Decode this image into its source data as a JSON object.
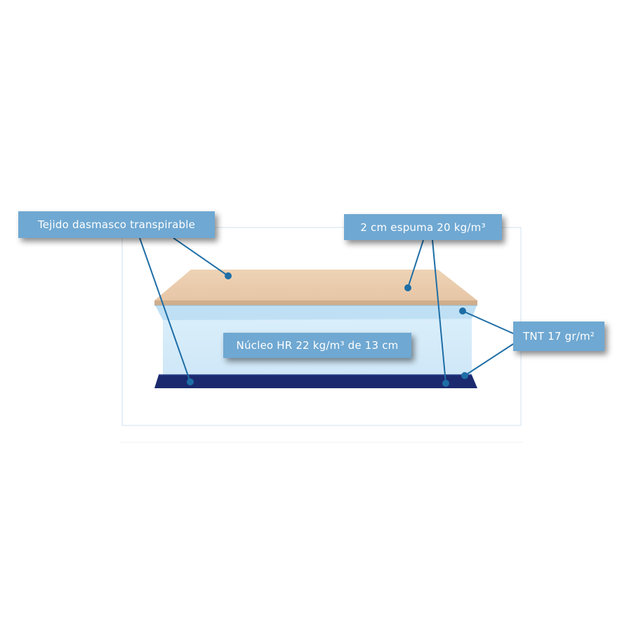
{
  "labels": {
    "fabric": "Tejido dasmasco transpirable",
    "foam": "2 cm espuma 20  kg/m³",
    "tnt": "TNT 17 gr/m²",
    "core": "Núcleo HR 22 kg/m³  de 13 cm"
  },
  "colors": {
    "label_background": "#6fa8d2",
    "label_text": "#ffffff",
    "top_foam_layer": "#eccfb0",
    "core_layer": "#d6ecf9",
    "base_layer": "#1b2a6e",
    "leader_lines": "#1e6ea6"
  }
}
